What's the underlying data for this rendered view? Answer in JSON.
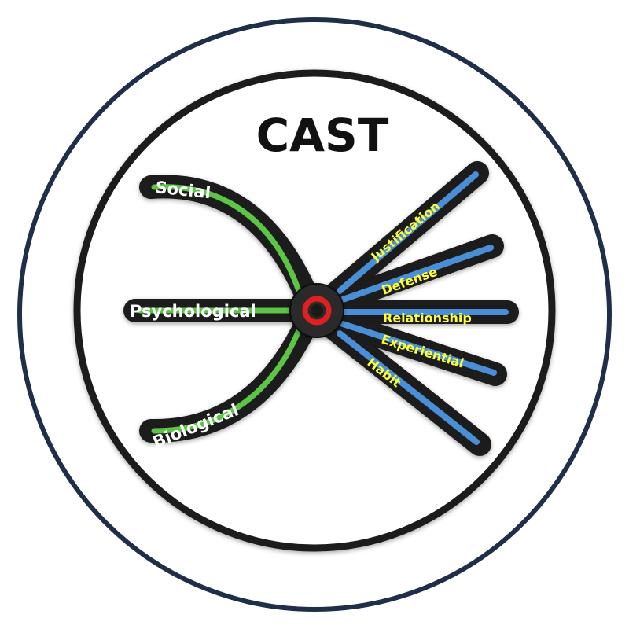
{
  "title": "CAST",
  "left_branches": [
    {
      "label": "Social"
    },
    {
      "label": "Psychological"
    },
    {
      "label": "Biological"
    }
  ],
  "right_branches": [
    {
      "label": "Justification"
    },
    {
      "label": "Defense"
    },
    {
      "label": "Relationship"
    },
    {
      "label": "Experiential"
    },
    {
      "label": "Habit"
    }
  ],
  "colors": {
    "outer_ring": "#1f2f4a",
    "inner_ring": "#1a1a1a",
    "left_line": "#5cc545",
    "right_line": "#4a8fd6",
    "tube": "#1a1a1a",
    "hub_ring": "#e02020",
    "left_text": "#ffffff",
    "right_text": "#ffff33"
  }
}
